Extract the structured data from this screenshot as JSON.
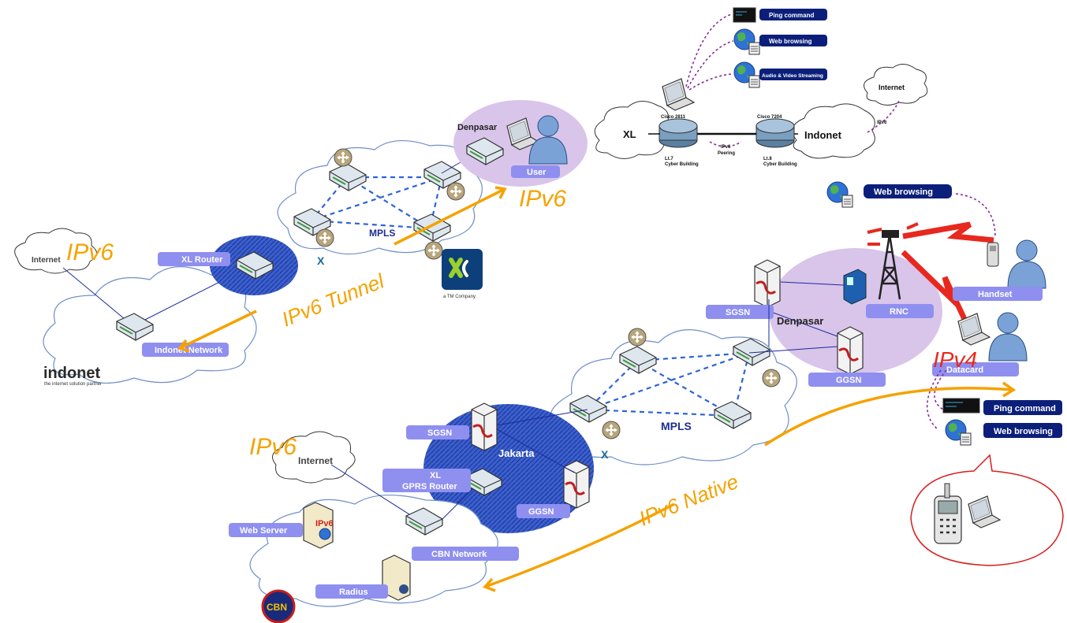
{
  "labels": {
    "internet_left": "Internet",
    "xl_router": "XL Router",
    "indonet_network": "Indonet Network",
    "indonet_logo": "indonet",
    "indonet_tagline": "the internet solution partner",
    "mpls_top": "MPLS",
    "denpasar_top": "Denpasar",
    "user": "User",
    "tm_company": "a TM Company",
    "ipv6_top": "IPv6",
    "ipv6_left": "IPv6",
    "ipv6_tunnel": "IPv6 Tunnel",
    "ipv6_bottom": "IPv6",
    "ipv6_native": "IPv6 Native",
    "ipv4": "IPv4",
    "internet_bottom": "Internet",
    "web_server": "Web Server",
    "cbn_network": "CBN Network",
    "radius": "Radius",
    "cbn_logo": "CBN",
    "sgsn_jakarta": "SGSN",
    "jakarta": "Jakarta",
    "xl_gprs_router_1": "XL",
    "xl_gprs_router_2": "GPRS Router",
    "ggsn_jakarta": "GGSN",
    "mpls_bottom": "MPLS",
    "sgsn_denpasar": "SGSN",
    "denpasar_bottom": "Denpasar",
    "rnc": "RNC",
    "ggsn_denpasar": "GGSN",
    "handset": "Handset",
    "datacard": "Datacard",
    "web_browsing_handset": "Web browsing",
    "ping_command": "Ping command",
    "web_browsing_datacard": "Web browsing",
    "ipv6_badge": "IPv6"
  },
  "inset": {
    "ping_command": "Ping command",
    "web_browsing": "Web browsing",
    "audio_video": "Audio & Video Streaming",
    "internet": "Internet",
    "xl": "XL",
    "indonet": "Indonet",
    "cisco_2811": "Cisco 2811",
    "cisco_7204": "Cisco 7204",
    "ipv6_peering_1": "IPv6",
    "ipv6_peering_2": "Peering",
    "ipv6_link": "IPv6",
    "lt7_1": "Lt.7",
    "lt7_2": "Cyber Building",
    "lt8_1": "Lt.8",
    "lt8_2": "Cyber Building"
  },
  "colors": {
    "orange_annotation": "#f5a200",
    "red_annotation": "#e8281e",
    "label_pill": "#8f8ff0",
    "nav_pill": "#0b1f7a",
    "site_lavender": "#d9c4ea",
    "site_blue": "#3f5fc8"
  }
}
